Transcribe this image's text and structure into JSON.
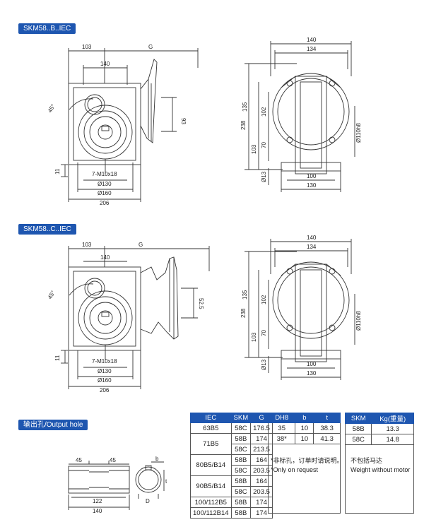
{
  "sections": {
    "b": "SKM58..B..IEC",
    "c": "SKM58..C..IEC",
    "output": "输出孔/Output hole"
  },
  "drawing_b": {
    "side": {
      "d103": "103",
      "g": "G",
      "d140": "140",
      "angle": "45°",
      "d93": "93",
      "d11": "11",
      "thread": "7-M10x18",
      "d130": "Ø130",
      "d160": "Ø160",
      "d206": "206"
    },
    "front": {
      "d140": "140",
      "d134": "134",
      "d135": "135",
      "d102": "102",
      "d238": "238",
      "d103": "103",
      "d70": "70",
      "d13": "Ø13",
      "d100": "100",
      "d130": "130",
      "shaft": "Ø110h8"
    }
  },
  "drawing_c": {
    "side": {
      "d103": "103",
      "g": "G",
      "d140": "140",
      "angle": "45°",
      "d525": "52.5",
      "d11": "11",
      "thread": "7-M10x18",
      "d130": "Ø130",
      "d160": "Ø160",
      "d206": "206"
    },
    "front": {
      "d140": "140",
      "d134": "134",
      "d135": "135",
      "d102": "102",
      "d238": "238",
      "d103": "103",
      "d70": "70",
      "d13": "Ø13",
      "d100": "100",
      "d130": "130",
      "shaft": "Ø110h8"
    }
  },
  "output_drawing": {
    "d45a": "45",
    "d45b": "45",
    "d122": "122",
    "d140": "140",
    "b": "b",
    "t": "t",
    "d": "D"
  },
  "iec_table": {
    "headers": [
      "IEC",
      "SKM",
      "G"
    ],
    "rows": [
      {
        "iec": "63B5",
        "skm": "58C",
        "g": "176.5"
      },
      {
        "iec": "71B5",
        "skm": "58B",
        "g": "174"
      },
      {
        "iec": "",
        "skm": "58C",
        "g": "213.5"
      },
      {
        "iec": "80B5/B14",
        "skm": "58B",
        "g": "164"
      },
      {
        "iec": "",
        "skm": "58C",
        "g": "203.5"
      },
      {
        "iec": "90B5/B14",
        "skm": "58B",
        "g": "164"
      },
      {
        "iec": "",
        "skm": "58C",
        "g": "203.5"
      },
      {
        "iec": "100/112B5",
        "skm": "58B",
        "g": "174"
      },
      {
        "iec": "100/112B14",
        "skm": "58B",
        "g": "174"
      }
    ]
  },
  "hole_table": {
    "headers": [
      "DH8",
      "b",
      "t"
    ],
    "rows": [
      {
        "d": "35",
        "b": "10",
        "t": "38.3"
      },
      {
        "d": "38*",
        "b": "10",
        "t": "41.3"
      }
    ],
    "note1": "*非标孔，订单时请说明。",
    "note2": "*Only on request"
  },
  "weight_table": {
    "headers": [
      "SKM",
      "Kg(重量)"
    ],
    "rows": [
      {
        "skm": "58B",
        "kg": "13.3"
      },
      {
        "skm": "58C",
        "kg": "14.8"
      }
    ],
    "note1": "不包括马达",
    "note2": "Weight without motor"
  }
}
